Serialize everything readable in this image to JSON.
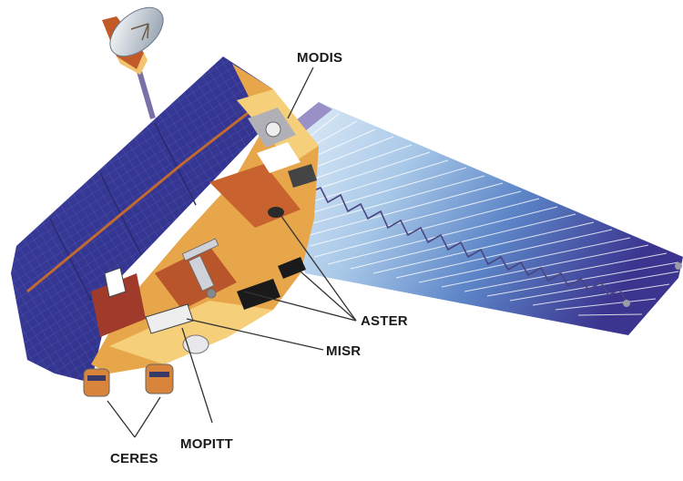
{
  "diagram": {
    "subject": "Earth observing satellite with instrument callouts",
    "colors": {
      "background": "#ffffff",
      "bus_gold": "#e8a64a",
      "bus_light": "#f5cf7a",
      "bus_dark": "#b8552a",
      "body_panels": "#3a3f9a",
      "solar_array_light": "#cfe3f2",
      "solar_array_mid": "#6fa0d4",
      "solar_array_dark": "#3d3a96",
      "leader_line": "#333333",
      "label_text": "#1a1a1a"
    },
    "labels": [
      {
        "id": "modis",
        "text": "MODIS"
      },
      {
        "id": "aster",
        "text": "ASTER"
      },
      {
        "id": "misr",
        "text": "MISR"
      },
      {
        "id": "mopitt",
        "text": "MOPITT"
      },
      {
        "id": "ceres",
        "text": "CERES"
      }
    ]
  }
}
